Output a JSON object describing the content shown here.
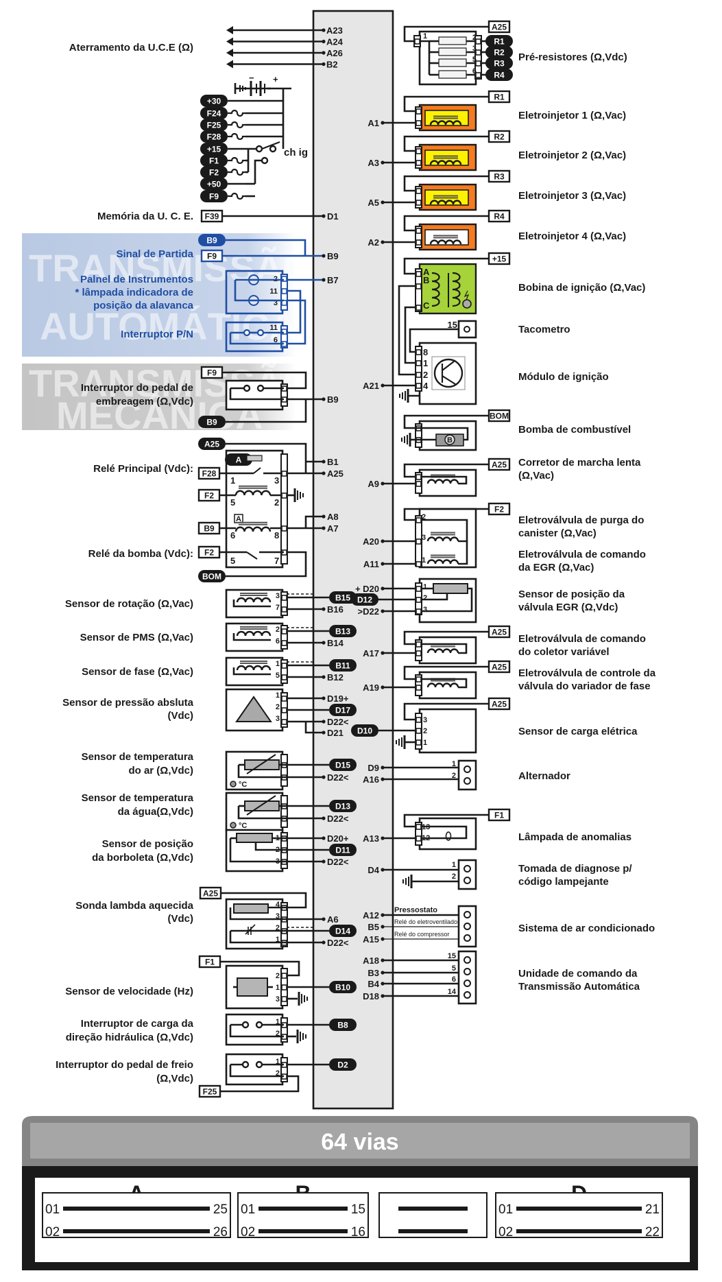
{
  "ecu": {
    "connector_title": "64 vias"
  },
  "ground": {
    "label": "Aterramento da U.C.E (Ω)",
    "pins": [
      "A23",
      "A24",
      "A26",
      "B2"
    ]
  },
  "power_supply": {
    "switch_label": "ch ig",
    "battery_minus": "−",
    "battery_plus": "+",
    "tags": [
      "+30",
      "F24",
      "F25",
      "F28",
      "+15",
      "F1",
      "F2",
      "+50",
      "F9"
    ]
  },
  "left_components": [
    {
      "id": "memoria",
      "label": [
        "Memória da U. C. E."
      ],
      "tag": "F39",
      "pins": [
        "D1"
      ]
    },
    {
      "id": "sinal-partida",
      "label": [
        "Sinal de Partida"
      ],
      "tags": [
        "B9",
        "F9"
      ],
      "pins": [
        "B9"
      ]
    },
    {
      "id": "painel",
      "label": [
        "Palnel de Instrumentos",
        "* lâmpada indicadora de",
        "posição da alavanca"
      ],
      "pin_numbers": [
        "2",
        "11",
        "3"
      ],
      "pins": [
        "B7"
      ]
    },
    {
      "id": "interruptor-pn",
      "label": [
        "Interruptor P/N"
      ],
      "pin_numbers": [
        "11",
        "6"
      ]
    },
    {
      "id": "pedal-embreagem",
      "label": [
        "Interruptor do pedal de",
        "embreagem (Ω,Vdc)"
      ],
      "tags": [
        "F9",
        "B9"
      ],
      "pins": [
        "B9"
      ]
    },
    {
      "id": "rele-principal",
      "label": [
        "Relé Principal (Vdc):"
      ],
      "tags": [
        "A25",
        "F28",
        "F2",
        "B9"
      ],
      "inner_tag": "A",
      "pin_numbers": [
        "1",
        "3",
        "5",
        "2",
        "6",
        "8"
      ],
      "pins": [
        "B1",
        "A25",
        "A8",
        "A7"
      ]
    },
    {
      "id": "rele-bomba",
      "label": [
        "Relé da bomba (Vdc):"
      ],
      "tags": [
        "F2",
        "BOM"
      ],
      "pin_numbers": [
        "5",
        "7"
      ]
    },
    {
      "id": "sensor-rotacao",
      "label": [
        "Sensor de rotação (Ω,Vac)"
      ],
      "pin_numbers": [
        "3",
        "7"
      ],
      "pins": [
        "B15",
        "B16"
      ]
    },
    {
      "id": "sensor-pms",
      "label": [
        "Sensor de PMS (Ω,Vac)"
      ],
      "pin_numbers": [
        "2",
        "6"
      ],
      "pins": [
        "B13",
        "B14"
      ]
    },
    {
      "id": "sensor-fase",
      "label": [
        "Sensor de fase (Ω,Vac)"
      ],
      "pin_numbers": [
        "1",
        "5"
      ],
      "pins": [
        "B11",
        "B12"
      ]
    },
    {
      "id": "sensor-pressao",
      "label": [
        "Sensor de pressão absluta",
        "(Vdc)"
      ],
      "pin_numbers": [
        "1",
        "2",
        "3"
      ],
      "pins": [
        "D19+",
        "D17",
        "D22<",
        "D21"
      ]
    },
    {
      "id": "sensor-temp-ar",
      "label": [
        "Sensor de temperatura",
        "do ar (Ω,Vdc)"
      ],
      "unit": "°C",
      "pins": [
        "D15",
        "D22<"
      ]
    },
    {
      "id": "sensor-temp-agua",
      "label": [
        "Sensor de temperatura",
        "da água(Ω,Vdc)"
      ],
      "unit": "°C",
      "pins": [
        "D13",
        "D22<"
      ]
    },
    {
      "id": "sensor-borboleta",
      "label": [
        "Sensor de posição",
        "da borboleta (Ω,Vdc)"
      ],
      "pin_numbers": [
        "1",
        "2",
        "3"
      ],
      "pins": [
        "D20+",
        "D11",
        "D22<"
      ]
    },
    {
      "id": "sonda-lambda",
      "label": [
        "Sonda lambda aquecida",
        "(Vdc)"
      ],
      "tag": "A25",
      "pin_numbers": [
        "4",
        "3",
        "2",
        "1"
      ],
      "pins": [
        "A6",
        "D14",
        "D22<"
      ]
    },
    {
      "id": "sensor-velocidade",
      "label": [
        "Sensor de velocidade (Hz)"
      ],
      "tag": "F1",
      "pin_numbers": [
        "2",
        "1",
        "3"
      ],
      "pins": [
        "B10"
      ]
    },
    {
      "id": "interruptor-direcao",
      "label": [
        "Interruptor de carga da",
        "direção hidráulica (Ω,Vdc)"
      ],
      "pin_numbers": [
        "1",
        "2"
      ],
      "pins": [
        "B8"
      ]
    },
    {
      "id": "interruptor-freio",
      "label": [
        "Interruptor do pedal de freio",
        "(Ω,Vdc)"
      ],
      "tag": "F25",
      "pin_numbers": [
        "1",
        "2"
      ],
      "pins": [
        "D2"
      ]
    }
  ],
  "right_components": [
    {
      "id": "pre-resistores",
      "label": [
        "Pré-resistores (Ω,Vdc)"
      ],
      "tag": "A25",
      "outputs": [
        "R1",
        "R2",
        "R3",
        "R4"
      ],
      "pin_numbers": [
        "1",
        "2",
        "3",
        "5",
        "6"
      ]
    },
    {
      "id": "injetor-1",
      "label": [
        "Eletroinjetor 1 (Ω,Vac)"
      ],
      "tag": "R1",
      "pins": [
        "A1"
      ]
    },
    {
      "id": "injetor-2",
      "label": [
        "Eletroinjetor 2 (Ω,Vac)"
      ],
      "tag": "R2",
      "pins": [
        "A3"
      ]
    },
    {
      "id": "injetor-3",
      "label": [
        "Eletroinjetor 3 (Ω,Vac)"
      ],
      "tag": "R3",
      "pins": [
        "A5"
      ]
    },
    {
      "id": "injetor-4",
      "label": [
        "Eletroinjetor 4 (Ω,Vac)"
      ],
      "tag": "R4",
      "pins": [
        "A2"
      ]
    },
    {
      "id": "bobina",
      "label": [
        "Bobina de ignição (Ω,Vac)"
      ],
      "tag": "+15",
      "pin_numbers": [
        "A",
        "B",
        "C"
      ]
    },
    {
      "id": "tacometro",
      "label": [
        "Tacometro"
      ],
      "pin_numbers": [
        "15"
      ]
    },
    {
      "id": "modulo-ignicao",
      "label": [
        "Módulo de ignição"
      ],
      "pin_numbers": [
        "8",
        "1",
        "2",
        "4"
      ],
      "pins": [
        "A21"
      ]
    },
    {
      "id": "bomba",
      "label": [
        "Bomba de combustível"
      ],
      "tag": "BOM",
      "symbol": "B"
    },
    {
      "id": "corretor",
      "label": [
        "Corretor de marcha lenta",
        "(Ω,Vac)"
      ],
      "tag": "A25",
      "pins": [
        "A9"
      ]
    },
    {
      "id": "canister",
      "label": [
        "Eletroválvula de purga do",
        "canister (Ω,Vac)"
      ],
      "tag": "F2",
      "pin_numbers": [
        "2",
        "3"
      ],
      "pins": [
        "A20"
      ]
    },
    {
      "id": "egr-comando",
      "label": [
        "Eletroválvula de comando",
        "da EGR (Ω,Vac)"
      ],
      "pin_numbers": [
        "1"
      ],
      "pins": [
        "A11"
      ]
    },
    {
      "id": "egr-posicao",
      "label": [
        "Sensor de posição da",
        "válvula EGR (Ω,Vdc)"
      ],
      "pin_numbers": [
        "1",
        "2",
        "3"
      ],
      "pins": [
        "+ D20",
        "D12",
        ">D22"
      ]
    },
    {
      "id": "coletor",
      "label": [
        "Eletroválvula de comando",
        "do coletor variável"
      ],
      "tag": "A25",
      "pins": [
        "A17"
      ]
    },
    {
      "id": "variador",
      "label": [
        "Eletroválvula de controle da",
        "válvula do variador de fase"
      ],
      "tag": "A25",
      "pins": [
        "A19"
      ]
    },
    {
      "id": "carga-eletrica",
      "label": [
        "Sensor de carga elétrica"
      ],
      "tag": "A25",
      "pin_numbers": [
        "3",
        "2",
        "1"
      ],
      "pins": [
        "D10"
      ]
    },
    {
      "id": "alternador",
      "label": [
        "Alternador"
      ],
      "pin_numbers": [
        "1",
        "2"
      ],
      "pins": [
        "D9",
        "A16"
      ]
    },
    {
      "id": "lampada",
      "label": [
        "Lâmpada de anomalias"
      ],
      "tag": "F1",
      "pin_numbers": [
        "13",
        "12"
      ],
      "pins": [
        "A13"
      ]
    },
    {
      "id": "diagnose",
      "label": [
        "Tomada de diagnose p/",
        "código lampejante"
      ],
      "pin_numbers": [
        "1",
        "2"
      ],
      "pins": [
        "D4"
      ]
    },
    {
      "id": "ar-condicionado",
      "label": [
        "Sistema de ar condicionado"
      ],
      "wires": [
        "Pressostato",
        "Relé do eletroventilador",
        "Relé do compressor"
      ],
      "pins": [
        "A12",
        "B5",
        "A15"
      ]
    },
    {
      "id": "transmissao",
      "label": [
        "Unidade de comando da",
        "Transmissão Automática"
      ],
      "pin_numbers": [
        "15",
        "5",
        "6",
        "14"
      ],
      "pins": [
        "A18",
        "B3",
        "B4",
        "D18"
      ]
    }
  ],
  "watermarks": {
    "automatic": [
      "TRANSMISSÃO",
      "AUTOMÁTICA"
    ],
    "manual": [
      "TRANSMISSÃO",
      "MECÂNICA"
    ]
  },
  "connector_panel": {
    "title": "64 vias",
    "blocks": [
      {
        "letter": "A",
        "top": [
          "01",
          "25"
        ],
        "bottom": [
          "02",
          "26"
        ]
      },
      {
        "letter": "B",
        "top": [
          "01",
          "15"
        ],
        "bottom": [
          "02",
          "16"
        ]
      },
      {
        "letter": "",
        "top": [
          "",
          ""
        ],
        "bottom": [
          "",
          ""
        ]
      },
      {
        "letter": "D",
        "top": [
          "01",
          "21"
        ],
        "bottom": [
          "02",
          "22"
        ]
      }
    ]
  },
  "colors": {
    "ink": "#1a1a1a",
    "ecu_fill": "#e6e6e6",
    "automatic_band": "#b9c9e3",
    "manual_band": "#c9c9c9",
    "blue_wire": "#1f4ea3",
    "injector_orange": "#f47b20",
    "injector_yellow": "#fff200",
    "coil_green": "#a6d23a",
    "panel_grey": "#a3a3a3"
  }
}
